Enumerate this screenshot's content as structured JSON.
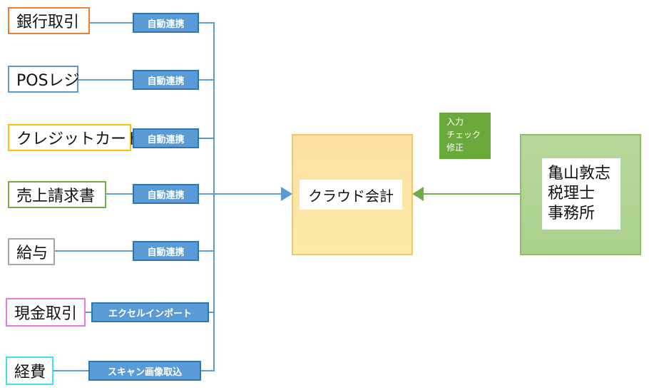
{
  "sources": [
    {
      "label": "銀行取引",
      "tag": "自動連携",
      "border": "#ed7d31"
    },
    {
      "label": "POSレジ",
      "tag": "自動連携",
      "border": "#5b9bd5"
    },
    {
      "label": "クレジットカード",
      "tag": "自動連携",
      "border": "#ffc000"
    },
    {
      "label": "売上請求書",
      "tag": "自動連携",
      "border": "#70ad47"
    },
    {
      "label": "給与",
      "tag": "自動連携",
      "border": "#a5a5a5"
    },
    {
      "label": "現金取引",
      "tag": "エクセルインポート",
      "border": "#e67ae6"
    },
    {
      "label": "経費",
      "tag": "スキャン画像取込",
      "border": "#3ee3e8"
    }
  ],
  "center": {
    "label": "クラウド会計"
  },
  "firm": {
    "line1": "亀山敦志",
    "line2": "税理士",
    "line3": "事務所"
  },
  "check_box": {
    "line1": "入力",
    "line2": "チェック",
    "line3": "修正"
  },
  "colors": {
    "connector": "#5b9bd5",
    "firm_arrow": "#70ad47"
  }
}
